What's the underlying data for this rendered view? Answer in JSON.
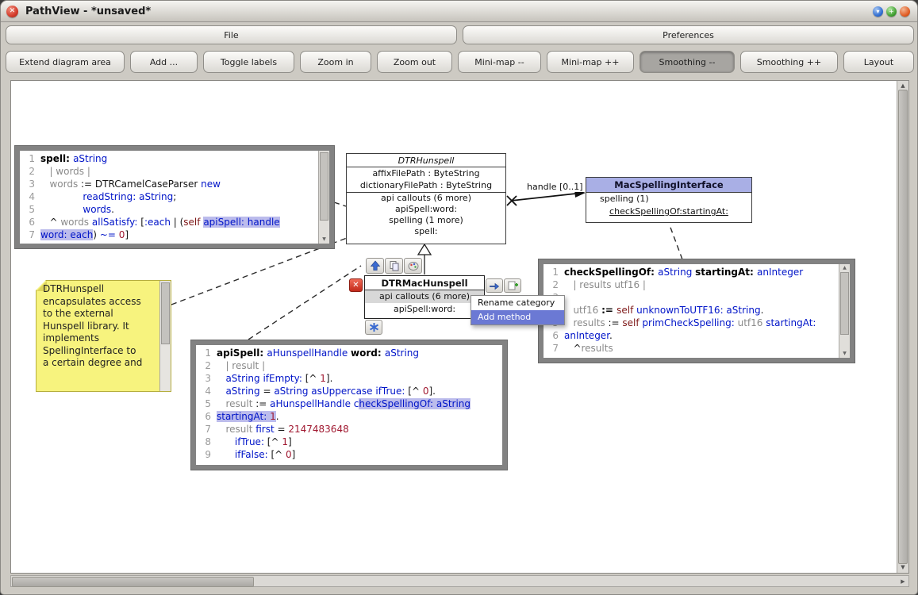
{
  "window": {
    "title": "PathView - *unsaved*"
  },
  "menubar": {
    "file": "File",
    "preferences": "Preferences"
  },
  "toolbar": {
    "buttons": [
      "Extend diagram area",
      "Add ...",
      "Toggle labels",
      "Zoom in",
      "Zoom out",
      "Mini-map --",
      "Mini-map ++",
      "Smoothing --",
      "Smoothing ++",
      "Layout"
    ],
    "active_button": "Smoothing --"
  },
  "diagram": {
    "hunspell": {
      "title": "DTRHunspell",
      "attributes": [
        "affixFilePath : ByteString",
        "dictionaryFilePath : ByteString"
      ],
      "members": [
        "api callouts (6 more)",
        "apiSpell:word:",
        "spelling (1 more)",
        "spell:"
      ]
    },
    "mac_interface": {
      "title": "MacSpellingInterface",
      "category": "spelling (1)",
      "method": "checkSpellingOf:startingAt:"
    },
    "mac_hunspell": {
      "title": "DTRMacHunspell",
      "rows": [
        "api callouts (6 more)",
        "apiSpell:word:"
      ]
    },
    "edge_label": "handle [0..1]",
    "popup": {
      "items": [
        "Rename category",
        "Add method"
      ],
      "selected": "Add method"
    },
    "note": {
      "text": "DTRHunspell\nencapsulates access\nto the external\nHunspell library. It\nimplements\nSpellingInterface to\na certain degree and"
    }
  },
  "colors": {
    "highlight": "#bcbcec",
    "selection_blue": "#6b79d4",
    "note_yellow": "#f7f37e",
    "class_header": "#a9afe5"
  },
  "code_spell": [
    [
      {
        "t": "spell: ",
        "c": "b"
      },
      {
        "t": "aString",
        "c": "a"
      }
    ],
    [
      {
        "t": "   | words |",
        "c": "t"
      }
    ],
    [
      {
        "t": "   ",
        "c": "p"
      },
      {
        "t": "words ",
        "c": "t"
      },
      {
        "t": ":= DTRCamelCaseParser ",
        "c": "p"
      },
      {
        "t": "new",
        "c": "a"
      }
    ],
    [
      {
        "t": "              ",
        "c": "p"
      },
      {
        "t": "readString: aString",
        "c": "a"
      },
      {
        "t": ";",
        "c": "p"
      }
    ],
    [
      {
        "t": "              ",
        "c": "p"
      },
      {
        "t": "words",
        "c": "a"
      },
      {
        "t": ".",
        "c": "p"
      }
    ],
    [
      {
        "t": "   ^ ",
        "c": "p"
      },
      {
        "t": "words ",
        "c": "t"
      },
      {
        "t": "allSatisfy: ",
        "c": "a"
      },
      {
        "t": "[",
        "c": "p"
      },
      {
        "t": ":each ",
        "c": "a"
      },
      {
        "t": "| (",
        "c": "p"
      },
      {
        "t": "self ",
        "c": "s"
      },
      {
        "t": "apiSpell: handle",
        "c": "a",
        "h": true
      }
    ],
    [
      {
        "t": "word: each",
        "c": "a",
        "h": true
      },
      {
        "t": ") ",
        "c": "p"
      },
      {
        "t": "~= ",
        "c": "a"
      },
      {
        "t": "0",
        "c": "n"
      },
      {
        "t": "]",
        "c": "p"
      }
    ]
  ],
  "code_api": [
    [
      {
        "t": "apiSpell: ",
        "c": "b"
      },
      {
        "t": "aHunspellHandle ",
        "c": "a"
      },
      {
        "t": "word: ",
        "c": "b"
      },
      {
        "t": "aString",
        "c": "a"
      }
    ],
    [
      {
        "t": "   | result |",
        "c": "t"
      }
    ],
    [
      {
        "t": "   ",
        "c": "p"
      },
      {
        "t": "aString ",
        "c": "a"
      },
      {
        "t": "ifEmpty: ",
        "c": "a"
      },
      {
        "t": "[^ ",
        "c": "p"
      },
      {
        "t": "1",
        "c": "n"
      },
      {
        "t": "].",
        "c": "p"
      }
    ],
    [
      {
        "t": "   ",
        "c": "p"
      },
      {
        "t": "aString ",
        "c": "a"
      },
      {
        "t": "= ",
        "c": "p"
      },
      {
        "t": "aString ",
        "c": "a"
      },
      {
        "t": "asUppercase ",
        "c": "a"
      },
      {
        "t": "ifTrue: ",
        "c": "a"
      },
      {
        "t": "[^ ",
        "c": "p"
      },
      {
        "t": "0",
        "c": "n"
      },
      {
        "t": "].",
        "c": "p"
      }
    ],
    [
      {
        "t": "   ",
        "c": "p"
      },
      {
        "t": "result ",
        "c": "t"
      },
      {
        "t": ":= ",
        "c": "p"
      },
      {
        "t": "aHunspellHandle ",
        "c": "a"
      },
      {
        "t": "c",
        "c": "a"
      },
      {
        "t": "heckSpellingOf: aString",
        "c": "a",
        "h": true
      }
    ],
    [
      {
        "t": "startingAt: ",
        "c": "a",
        "h": true
      },
      {
        "t": "1",
        "c": "n",
        "h": true
      },
      {
        "t": ".",
        "c": "p"
      }
    ],
    [
      {
        "t": "   ",
        "c": "p"
      },
      {
        "t": "result ",
        "c": "t"
      },
      {
        "t": "first ",
        "c": "a"
      },
      {
        "t": "= ",
        "c": "p"
      },
      {
        "t": "2147483648",
        "c": "n"
      }
    ],
    [
      {
        "t": "      ",
        "c": "p"
      },
      {
        "t": "ifTrue: ",
        "c": "a"
      },
      {
        "t": "[^ ",
        "c": "p"
      },
      {
        "t": "1",
        "c": "n"
      },
      {
        "t": "]",
        "c": "p"
      }
    ],
    [
      {
        "t": "      ",
        "c": "p"
      },
      {
        "t": "ifFalse: ",
        "c": "a"
      },
      {
        "t": "[^ ",
        "c": "p"
      },
      {
        "t": "0",
        "c": "n"
      },
      {
        "t": "]",
        "c": "p"
      }
    ]
  ],
  "code_check": [
    [
      {
        "t": "checkSpellingOf: ",
        "c": "b"
      },
      {
        "t": "aString ",
        "c": "a"
      },
      {
        "t": "startingAt: ",
        "c": "b"
      },
      {
        "t": "anInteger",
        "c": "a"
      }
    ],
    [
      {
        "t": "   | results utf16 |",
        "c": "t"
      }
    ],
    [
      {
        "t": "",
        "c": "p"
      }
    ],
    [
      {
        "t": "   ",
        "c": "p"
      },
      {
        "t": "utf16 ",
        "c": "t"
      },
      {
        "t": ":= ",
        "c": "b"
      },
      {
        "t": "self ",
        "c": "s"
      },
      {
        "t": "unknownToUTF16: aString",
        "c": "a"
      },
      {
        "t": ".",
        "c": "p"
      }
    ],
    [
      {
        "t": "   ",
        "c": "p"
      },
      {
        "t": "results ",
        "c": "t"
      },
      {
        "t": ":= ",
        "c": "p"
      },
      {
        "t": "self ",
        "c": "s"
      },
      {
        "t": "primCheckSpelling: ",
        "c": "a"
      },
      {
        "t": "utf16 ",
        "c": "t"
      },
      {
        "t": "startingAt:",
        "c": "a"
      }
    ],
    [
      {
        "t": "anInteger",
        "c": "a"
      },
      {
        "t": ".",
        "c": "p"
      }
    ],
    [
      {
        "t": "   ^",
        "c": "p"
      },
      {
        "t": "results",
        "c": "t"
      }
    ]
  ]
}
